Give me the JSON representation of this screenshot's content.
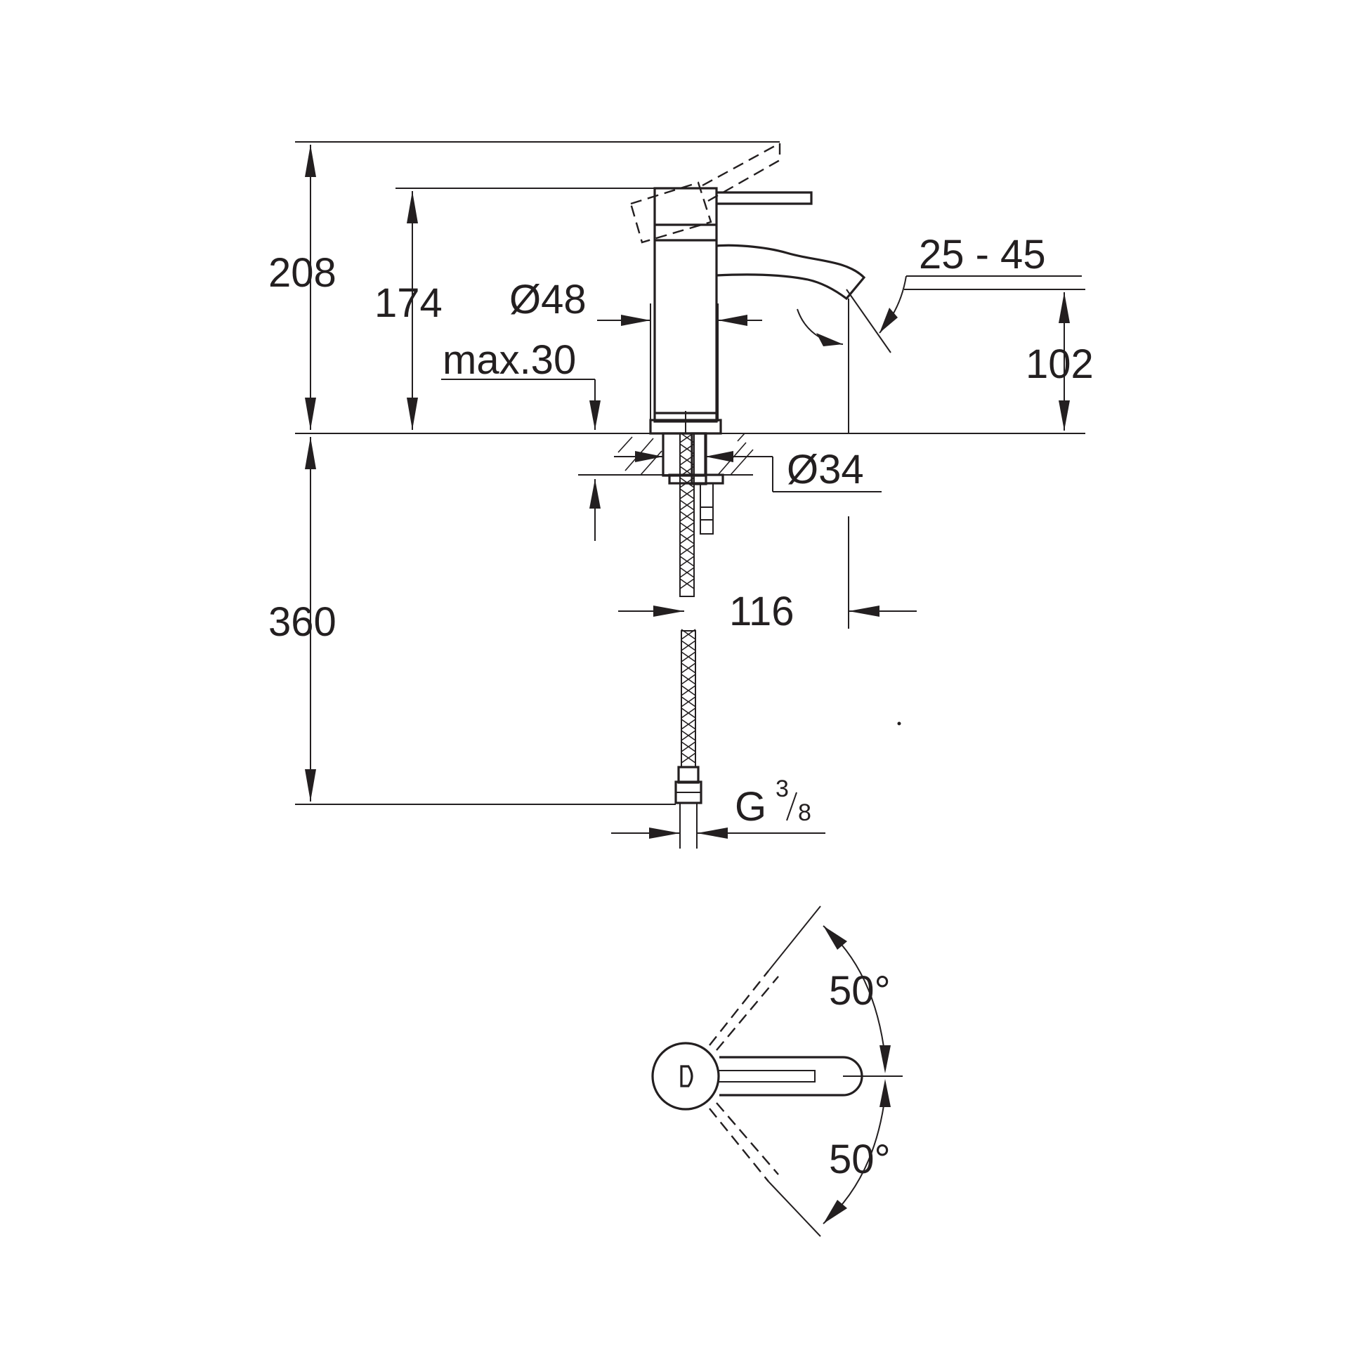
{
  "dimensions": {
    "total_height": "208",
    "body_height": "174",
    "body_diameter": "Ø48",
    "max_deck_thickness": "max.30",
    "spout_angle_range": "25 - 45",
    "outlet_height": "102",
    "shank_diameter": "Ø34",
    "hose_length": "360",
    "spout_projection": "116",
    "connection_thread_prefix": "G",
    "connection_thread_num": "3",
    "connection_thread_den": "8",
    "lever_angle_left": "50°",
    "lever_angle_right": "50°"
  },
  "colors": {
    "ink": "#231f20",
    "background": "#ffffff"
  }
}
